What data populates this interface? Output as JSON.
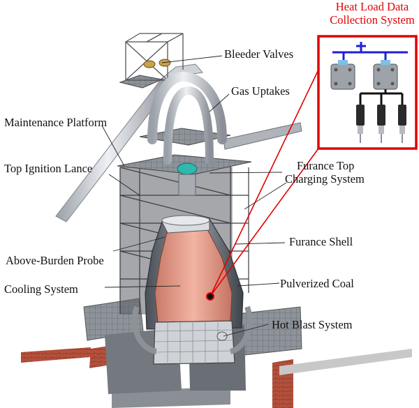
{
  "title": {
    "line1": "Heat Load Data",
    "line2": "Collection System",
    "color": "#e10000"
  },
  "labels": {
    "bleeder_valves": "Bleeder Valves",
    "gas_uptakes": "Gas Uptakes",
    "maintenance_platform": "Maintenance Platform",
    "top_ignition_lance": "Top Ignition Lance",
    "furnace_top_line1": "Furance Top",
    "furnace_top_line2": "Charging System",
    "furnace_shell": "Furance Shell",
    "above_burden_probe": "Above-Burden Probe",
    "cooling_system": "Cooling System",
    "pulverized_coal": "Pulverized Coal",
    "hot_blast_system": "Hot Blast System"
  },
  "colors": {
    "inset_border": "#e10000",
    "bus_line": "#1f1fd6",
    "sensor_cable": "#111111",
    "steel": "#b8bcc2",
    "lining": "#e79a86"
  },
  "icons": [
    "junction-box-icon",
    "thermocouple-sensor-icon",
    "measurement-point-icon"
  ]
}
